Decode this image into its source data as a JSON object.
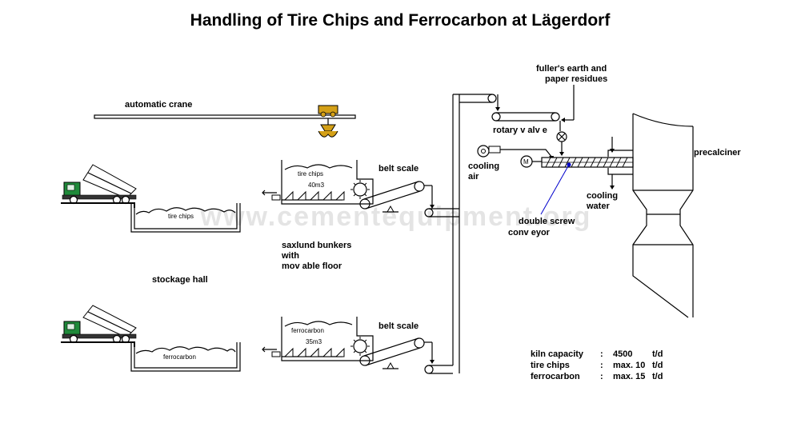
{
  "title": "Handling of Tire Chips and Ferrocarbon at Lägerdorf",
  "watermark": "www.cementequipment.org",
  "labels": {
    "automatic_crane": "automatic crane",
    "tire_chips_pit": "tire chips",
    "ferrocarbon_pit": "ferrocarbon",
    "stockage_hall": "stockage hall",
    "bunker_tire_name": "tire chips",
    "bunker_tire_volume": "40m3",
    "bunker_ferro_name": "ferrocarbon",
    "bunker_ferro_volume": "35m3",
    "belt_scale_top": "belt scale",
    "belt_scale_bottom": "belt scale",
    "saxlund_line1": "saxlund bunkers",
    "saxlund_line2": "with",
    "saxlund_line3": "mov able floor",
    "fullers_line1": "fuller's earth and",
    "fullers_line2": "paper residues",
    "rotary_valve": "rotary v alv e",
    "cooling_air_line1": "cooling",
    "cooling_air_line2": "air",
    "motor": "M",
    "cooling_water_line1": "cooling",
    "cooling_water_line2": "water",
    "screw_line1": "double screw",
    "screw_line2": "conv eyor",
    "precalciner": "precalciner"
  },
  "capacity_table": [
    {
      "label": "kiln capacity",
      "sep": ":",
      "value": "4500",
      "unit": "t/d"
    },
    {
      "label": "tire chips",
      "sep": ":",
      "value": "max. 10",
      "unit": "t/d"
    },
    {
      "label": "ferrocarbon",
      "sep": ":",
      "value": "max. 15",
      "unit": "t/d"
    }
  ],
  "colors": {
    "truck_cab": "#1f8a3a",
    "crane_body": "#d4a017",
    "screw_marker": "#0000cc"
  }
}
